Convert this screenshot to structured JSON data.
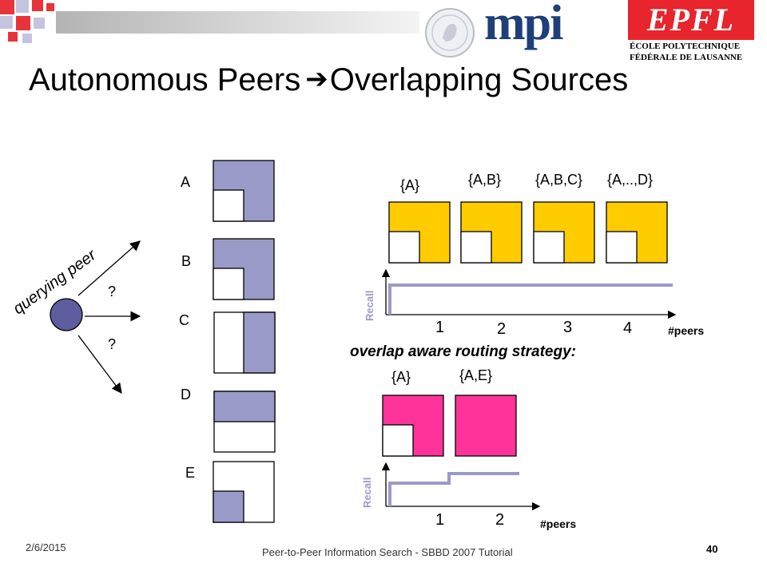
{
  "title": {
    "left": "Autonomous Peers",
    "arrow": "➔",
    "right": "Overlapping Sources"
  },
  "logos": {
    "mpi_text": "mpi",
    "epfl_text": "EPFL",
    "epfl_line1": "ÉCOLE POLYTECHNIQUE",
    "epfl_line2": "FÉDÉRALE DE LAUSANNE"
  },
  "colors": {
    "lavender": "#9a9ac8",
    "yellow": "#ffcc00",
    "pink": "#ff3399",
    "node": "#5e5e9e",
    "recall": "#9a9ac8"
  },
  "querying_peer": {
    "label": "querying peer",
    "q1": "?",
    "q2": "?"
  },
  "peers": [
    {
      "label": "A"
    },
    {
      "label": "B"
    },
    {
      "label": "C"
    },
    {
      "label": "D"
    },
    {
      "label": "E"
    }
  ],
  "top_sets": [
    "{A}",
    "{A,B}",
    "{A,B,C}",
    "{A,..,D}"
  ],
  "top_chart": {
    "ylabel": "Recall",
    "xlabel": "#peers",
    "ticks": [
      "1",
      "2",
      "3",
      "4"
    ]
  },
  "subtitle": "overlap aware routing strategy:",
  "bottom_sets": [
    "{A}",
    "{A,E}"
  ],
  "bottom_chart": {
    "ylabel": "Recall",
    "xlabel": "#peers",
    "ticks": [
      "1",
      "2"
    ]
  },
  "footer": {
    "date": "2/6/2015",
    "text": "Peer-to-Peer Information Search - SBBD 2007 Tutorial",
    "page": "40"
  }
}
